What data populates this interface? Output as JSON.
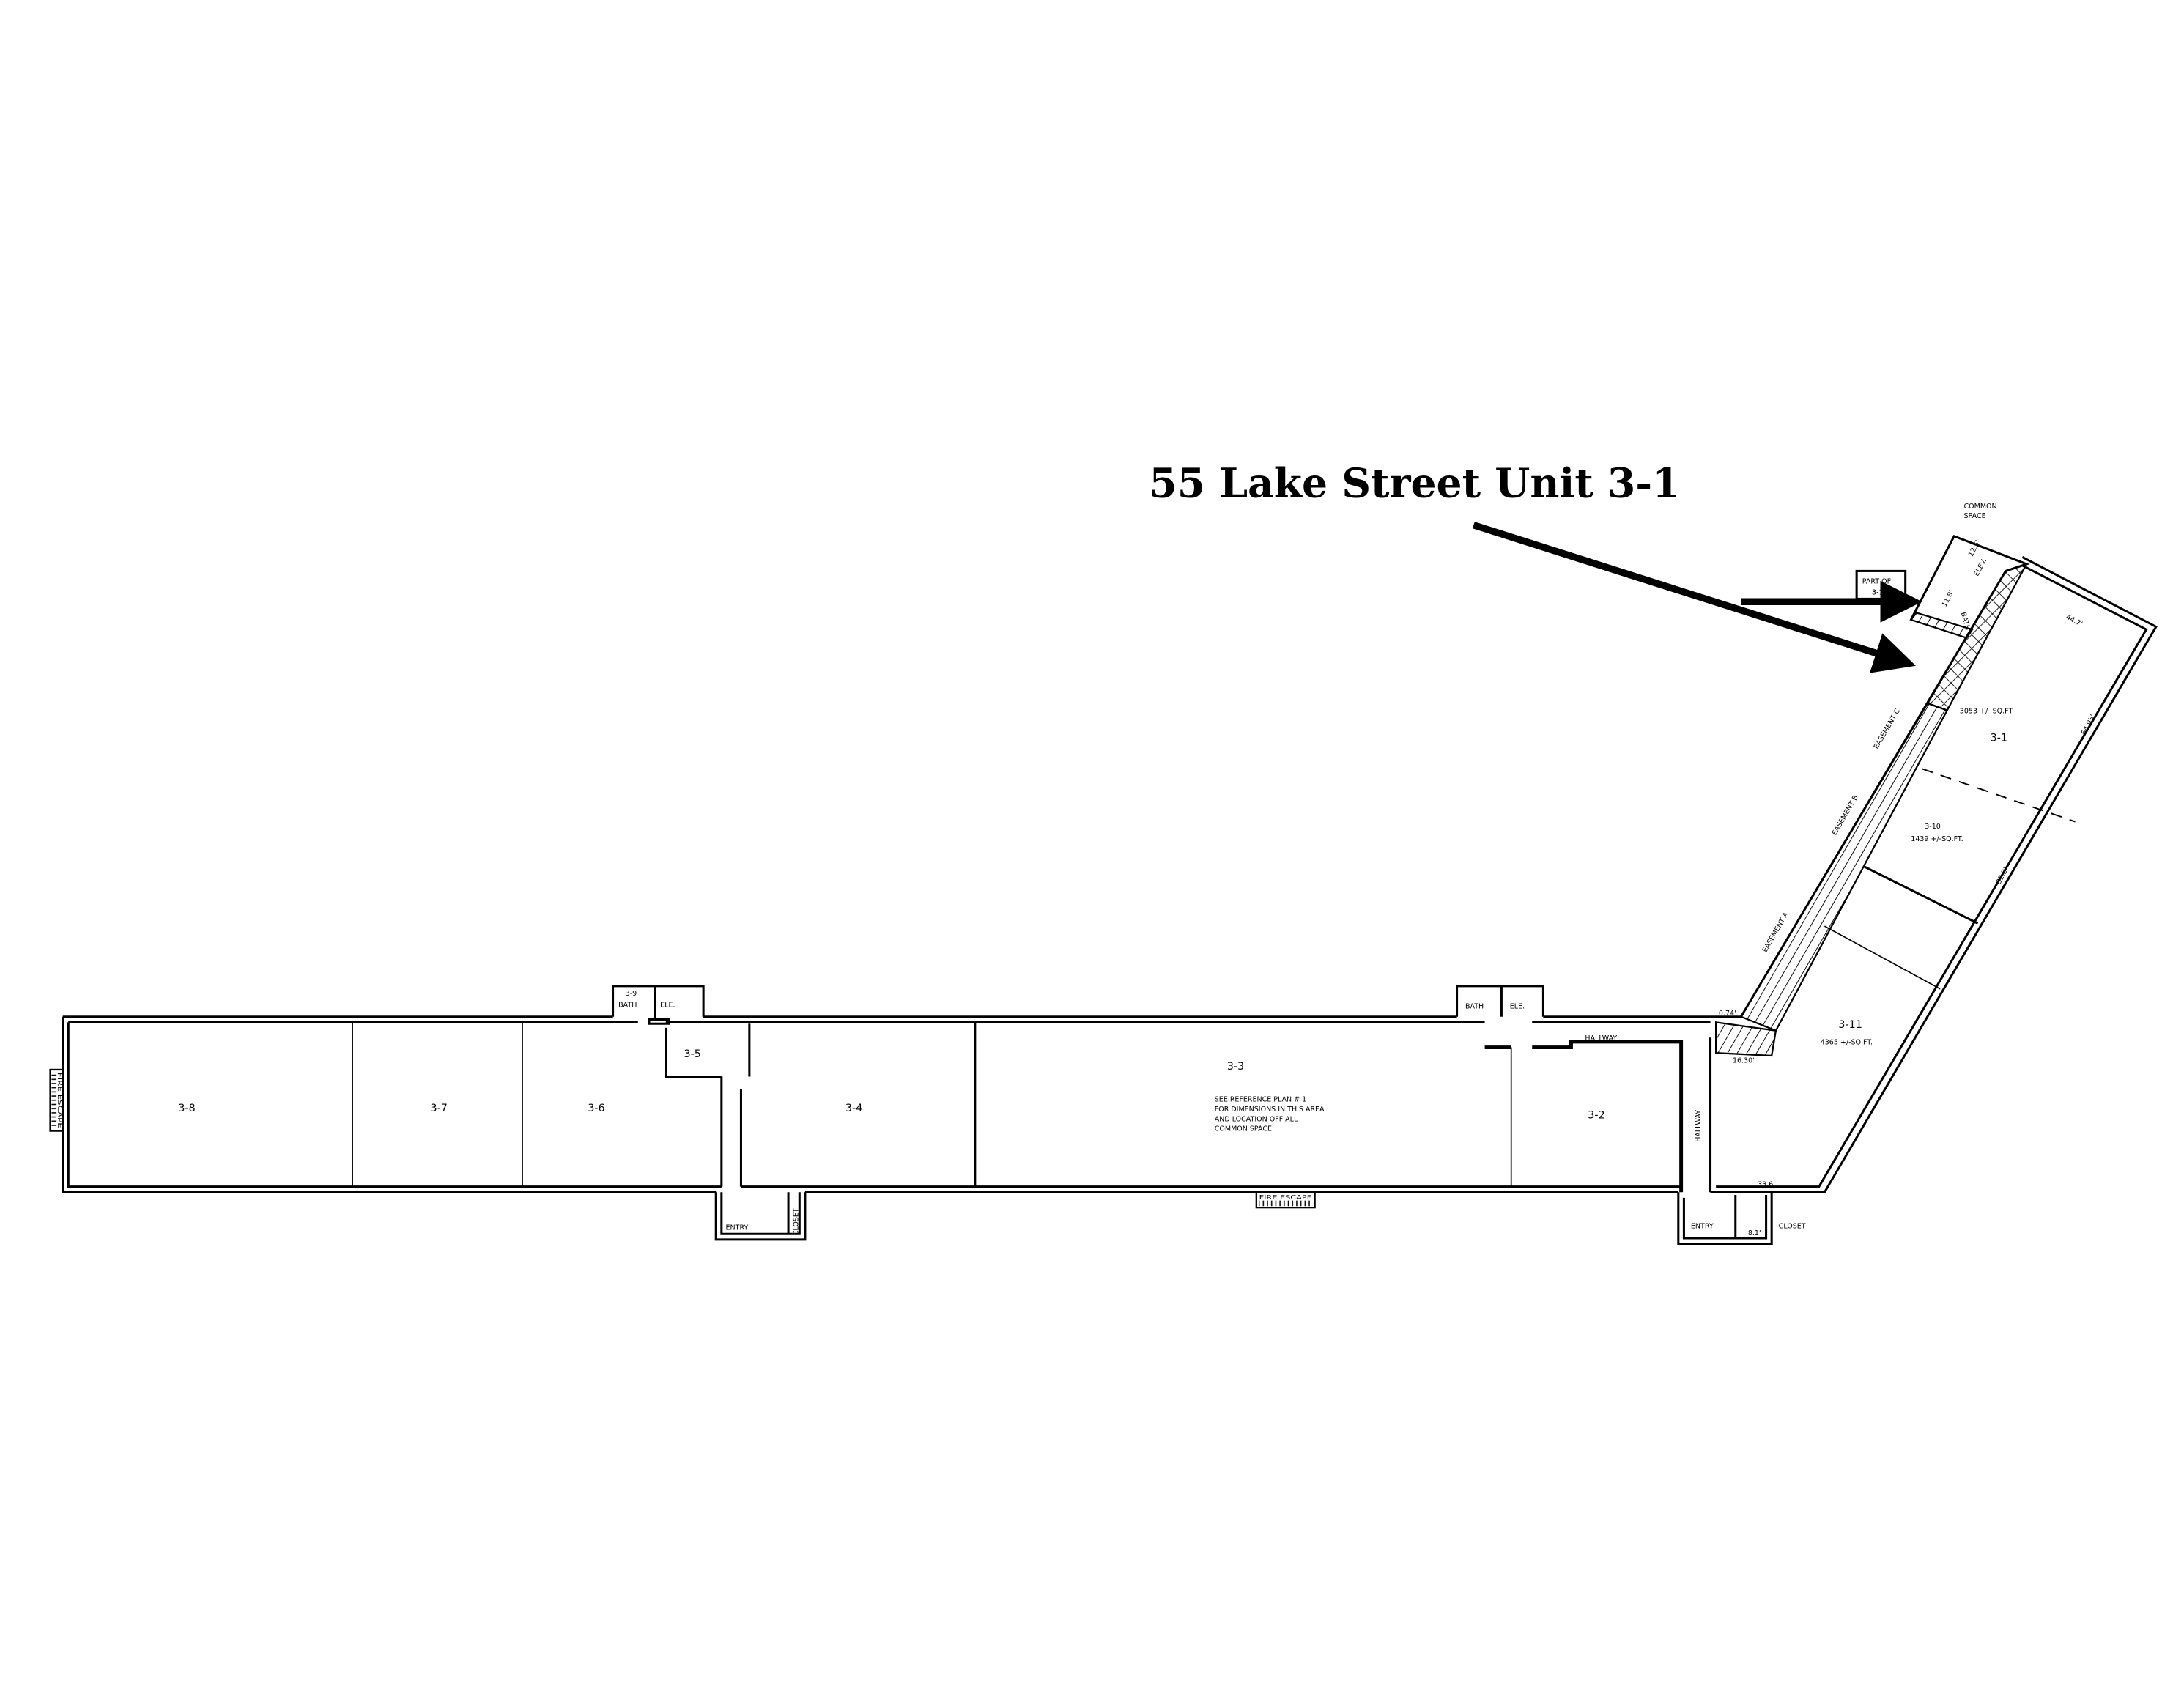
{
  "title": "55 Lake Street  Unit 3-1",
  "callout": {
    "part_of_line1": "PART OF",
    "part_of_line2": "3-1",
    "common_space_line1": "COMMON",
    "common_space_line2": "SPACE"
  },
  "rooms": {
    "r38": "3-8",
    "r37": "3-7",
    "r36": "3-6",
    "r35": "3-5",
    "r34": "3-4",
    "r33": "3-3",
    "r32": "3-2",
    "r31": "3-1",
    "r31_area": "3053 +/- SQ.FT",
    "r310": "3-10",
    "r310_area": "1439 +/-SQ.FT.",
    "r311": "3-11",
    "r311_area": "4365 +/-SQ.FT.",
    "r39": "3-9"
  },
  "labels": {
    "bath": "BATH",
    "ele": "ELE.",
    "elev": "ELEV.",
    "hallway": "HALLWAY",
    "entry": "ENTRY",
    "closet": "CLOSET",
    "fire_escape": "FIRE ESCAPE",
    "easement_a": "EASEMENT A",
    "easement_b": "EASEMENT B",
    "easement_c": "EASEMENT C"
  },
  "note": [
    "SEE REFERENCE PLAN # 1",
    "FOR DIMENSIONS IN THIS AREA",
    "AND LOCATION OFF ALL",
    "COMMON SPACE."
  ],
  "dimensions": {
    "d1": "44.7'",
    "d2": "64.95'",
    "d3": "32.2'",
    "d4": "0.74'",
    "d5": "16.30'",
    "d6": "33.6'",
    "d7": "8.1'",
    "d8": "12.5'",
    "d9": "11.8'"
  }
}
